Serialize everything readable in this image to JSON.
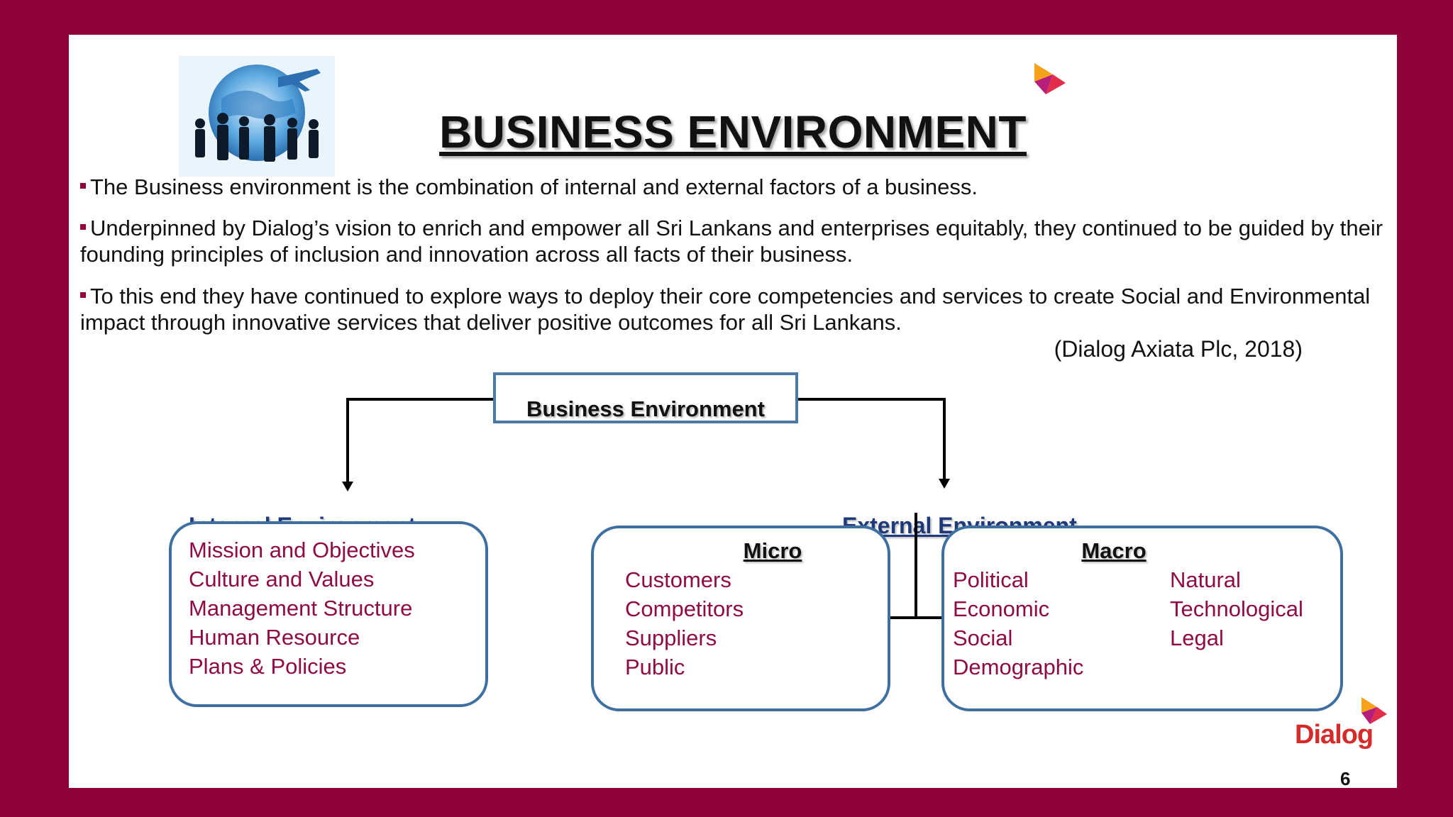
{
  "slide": {
    "title": "BUSINESS ENVIRONMENT",
    "paragraphs": [
      "The Business environment is the combination of internal and external factors of a business.",
      "Underpinned by Dialog’s vision to enrich and empower all Sri Lankans and enterprises equitably, they continued to be guided by their founding principles of inclusion and innovation across all facts of their business.",
      "To this end they have continued to explore ways to deploy their core competencies and services to create Social and Environmental impact through innovative services that deliver positive outcomes for all Sri Lankans."
    ],
    "citation": "(Dialog Axiata Plc, 2018)",
    "page_number": "6",
    "brand_color": "#8f0239",
    "logo_text": "Dialog"
  },
  "diagram": {
    "root_label": "Business Environment",
    "internal": {
      "heading": "Internal Environment",
      "items": [
        "Mission and Objectives",
        "Culture and Values",
        "Management Structure",
        "Human Resource",
        "Plans & Policies"
      ]
    },
    "external": {
      "heading": "External Environment",
      "micro": {
        "heading": "Micro",
        "items": [
          "Customers",
          "Competitors",
          "Suppliers",
          "Public"
        ]
      },
      "macro": {
        "heading": "Macro",
        "col1": [
          "Political",
          "Economic",
          "Social",
          "Demographic"
        ],
        "col2": [
          "Natural",
          "Technological",
          "Legal"
        ]
      }
    }
  }
}
